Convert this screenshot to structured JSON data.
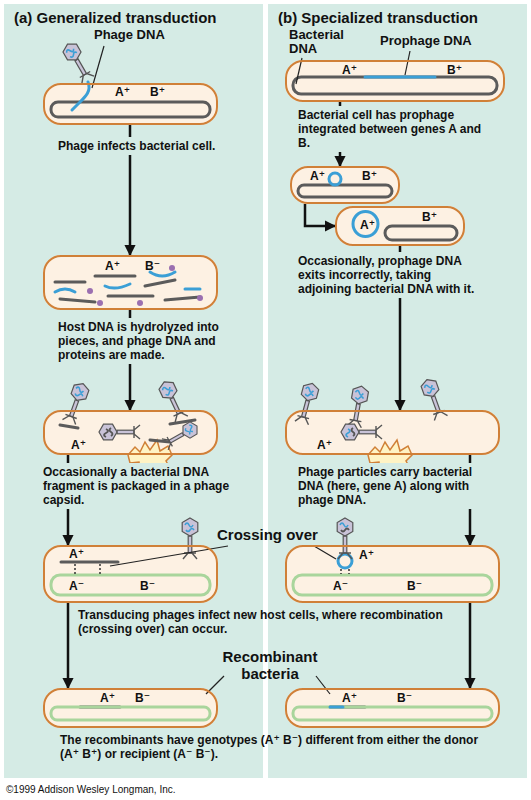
{
  "diagram": {
    "nodes": [
      {
        "text": [
          "(a) Generalized transduction"
        ]
      },
      {
        "text": [
          "A⁺",
          "B⁺"
        ],
        "in": 0
      },
      {
        "text": [
          "A⁺",
          "B⁻"
        ],
        "in": 0
      },
      {
        "text": [
          "A⁺"
        ],
        "in": 0
      },
      {
        "text": [
          "A⁺",
          "A⁻",
          "B⁻"
        ],
        "in": 0
      },
      {
        "text": [
          "A⁺",
          "B⁻"
        ],
        "in": 0
      },
      {
        "text": [
          "(b) Specialized transduction"
        ]
      },
      {
        "text": [
          "A⁺",
          "B⁺"
        ],
        "in": 6
      },
      {
        "text": [
          "A⁺",
          "B⁺"
        ],
        "in": 6
      },
      {
        "text": [
          "A⁺",
          "B⁺"
        ],
        "in": 6
      },
      {
        "text": [
          "A⁺"
        ],
        "in": 6
      },
      {
        "text": [
          "A⁺",
          "A⁻",
          "B⁻"
        ],
        "in": 6
      },
      {
        "text": [
          "A⁺",
          "B⁻"
        ],
        "in": 6
      }
    ],
    "edges": [
      {
        "from": 1,
        "to": 2,
        "arrow": "to"
      },
      {
        "from": 2,
        "to": 3,
        "arrow": "to"
      },
      {
        "from": 3,
        "to": 4,
        "arrow": "to"
      },
      {
        "from": 4,
        "to": 5,
        "arrow": "to"
      },
      {
        "from": 7,
        "to": 8,
        "arrow": "to"
      },
      {
        "from": 8,
        "to": 9,
        "arrow": "to"
      },
      {
        "from": 9,
        "to": 10,
        "arrow": "to"
      },
      {
        "from": 10,
        "to": 11,
        "arrow": "to"
      },
      {
        "from": 11,
        "to": 12,
        "arrow": "to"
      }
    ],
    "labels": [
      "Phage DNA",
      "Phage infects bacterial cell.",
      "Host DNA is hydrolyzed into pieces, and phage DNA and proteins are made.",
      "Occasionally a bacterial DNA fragment is packaged in a phage capsid.",
      "Bacterial DNA",
      "Prophage DNA",
      "Bacterial cell has prophage integrated between genes A and B.",
      "Occasionally, prophage DNA exits incorrectly, taking adjoining bacterial DNA with it.",
      "Phage particles carry bacterial DNA (here, gene A) along with phage DNA.",
      "Crossing over",
      "Transducing phages infect new host cells, where recombination (crossing over) can occur.",
      "Recombinant bacteria",
      "The recombinants have genotypes (A⁺ B⁻) different from either the donor (A⁺ B⁺) or recipient (A⁻ B⁻).",
      "©1999 Addison Wesley Longman, Inc."
    ]
  }
}
